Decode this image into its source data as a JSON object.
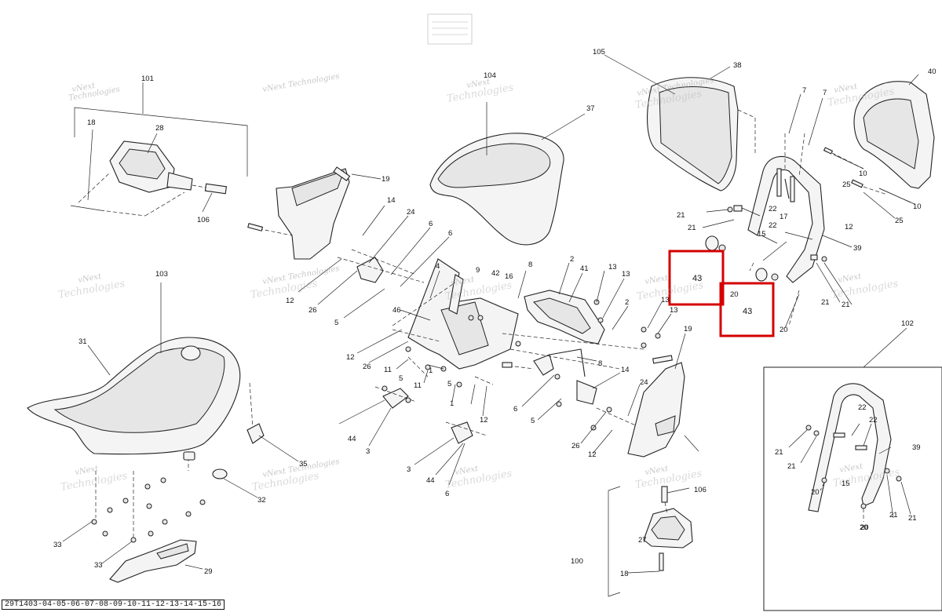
{
  "diagram": {
    "drawing_code": "29T1403-04-05-06-07-08-09-10-11-12-13-14-15-16",
    "watermark_line1": "vNext",
    "watermark_line2": "Technologies",
    "watermark_single": "vNext Technologies",
    "highlight_labels": [
      "43",
      "43"
    ],
    "labels": [
      "101",
      "18",
      "28",
      "106",
      "19",
      "104",
      "37",
      "105",
      "38",
      "7",
      "7",
      "40",
      "10",
      "25",
      "10",
      "25",
      "14",
      "24",
      "6",
      "6",
      "12",
      "26",
      "5",
      "21",
      "22",
      "17",
      "15",
      "12",
      "21",
      "39",
      "22",
      "4",
      "8",
      "2",
      "41",
      "13",
      "13",
      "103",
      "9",
      "42",
      "16",
      "46",
      "12",
      "26",
      "11",
      "5",
      "11",
      "1",
      "5",
      "1",
      "13",
      "2",
      "13",
      "20",
      "20",
      "21",
      "21",
      "8",
      "19",
      "14",
      "6",
      "5",
      "26",
      "12",
      "24",
      "12",
      "102",
      "31",
      "35",
      "44",
      "3",
      "3",
      "44",
      "6",
      "32",
      "33",
      "33",
      "29",
      "106",
      "27",
      "100",
      "18",
      "22",
      "22",
      "21",
      "21",
      "39",
      "15",
      "20",
      "20",
      "21",
      "21",
      "20"
    ]
  }
}
